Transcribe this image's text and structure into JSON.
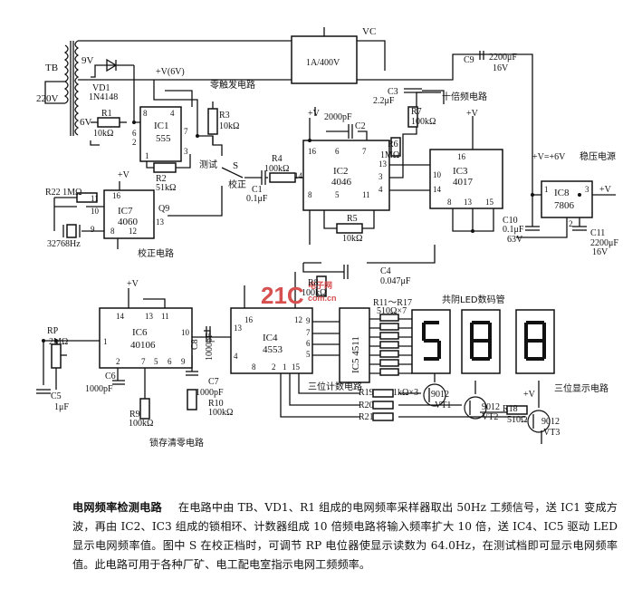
{
  "schematic": {
    "transformer": {
      "label": "TB",
      "primary": "220V",
      "secondary_a": "9V",
      "secondary_b": "6V"
    },
    "supply": {
      "vd1": "VD1",
      "vd1_type": "1N4148",
      "vplus_6v": "+V(6V)",
      "vplus": "+V",
      "vplus_eq": "+V=+6V",
      "regulator_label": "稳压电源",
      "vc": "VC",
      "fuse": "1A/400V"
    },
    "ics": {
      "ic1": {
        "name": "IC1",
        "part": "555"
      },
      "ic2": {
        "name": "IC2",
        "part": "4046"
      },
      "ic3": {
        "name": "IC3",
        "part": "4017"
      },
      "ic4": {
        "name": "IC4",
        "part": "4553"
      },
      "ic5": {
        "name": "IC5 4511"
      },
      "ic6": {
        "name": "IC6",
        "part": "40106"
      },
      "ic7": {
        "name": "IC7",
        "part": "4060"
      },
      "ic8": {
        "name": "IC8",
        "part": "7806"
      }
    },
    "resistors": {
      "r1": "R1",
      "r1_val": "10kΩ",
      "r2": "R2",
      "r2_val": "51kΩ",
      "r3": "R3",
      "r3_val": "10kΩ",
      "r4": "R4",
      "r4_val": "100kΩ",
      "r5": "R5",
      "r5_val": "10kΩ",
      "r6": "R6",
      "r6_val": "1MΩ",
      "r7": "R7",
      "r7_val": "100kΩ",
      "r8": "R8",
      "r8_val": "100kΩ",
      "r9": "R9",
      "r9_val": "100kΩ",
      "r10": "R10",
      "r10_val": "100kΩ",
      "r11_17": "R11～R17",
      "r11_17_val": "510Ω×7",
      "r18": "R18",
      "r18_val": "510Ω",
      "r19": "R19",
      "r20": "R20",
      "r21": "R21",
      "r19_21_val": "1kΩ×3",
      "r22": "R22 1MΩ",
      "rp": "RP",
      "rp_val": "2MΩ"
    },
    "capacitors": {
      "c1": "C1",
      "c1_val": "0.1μF",
      "c2": "C2",
      "c2_val": "2000pF",
      "c3": "C3",
      "c3_val": "2.2μF",
      "c4": "C4",
      "c4_val": "0.047μF",
      "c5": "C5",
      "c5_val": "1μF",
      "c6": "C6",
      "c6_val": "1000pF",
      "c7": "C7",
      "c7_val": "1000pF",
      "c8": "C8",
      "c8_val": "1000pF",
      "c9": "C9",
      "c9_val": "2200μF",
      "c9_v": "16V",
      "c10": "C10",
      "c10_val": "0.1μF",
      "c10_v": "63V",
      "c11": "C11",
      "c11_val": "2200μF",
      "c11_v": "16V"
    },
    "misc": {
      "crystal": "32768Hz",
      "switch_s": "S",
      "test": "测试",
      "calib": "校正",
      "q9": "Q9",
      "pin_pos": "+"
    },
    "transistors": {
      "vt1": "VT1",
      "vt2": "VT2",
      "vt3": "VT3",
      "type": "9012"
    },
    "labels": {
      "zero_trigger": "零触发电路",
      "multiplier": "十倍频电路",
      "calib_circuit": "校正电路",
      "latch_clear": "锁存清零电路",
      "counter": "三位计数电路",
      "led": "共阴LED数码管",
      "display": "三位显示电路"
    },
    "watermark": {
      "a": "21C",
      "b": "电子网",
      "c": "com.cn"
    }
  },
  "caption": {
    "title": "电网频率检测电路",
    "text": "在电路中由 TB、VD1、R1 组成的电网频率采样器取出 50Hz 工频信号，送 IC1 变成方波，再由 IC2、IC3 组成的锁相环、计数器组成 10 倍频电路将输入频率扩大 10 倍，送 IC4、IC5 驱动 LED 显示电网频率值。图中 S 在校正档时，可调节 RP 电位器使显示读数为 64.0Hz，在测试档即可显示电网频率值。此电路可用于各种厂矿、电工配电室指示电网工频频率。"
  }
}
